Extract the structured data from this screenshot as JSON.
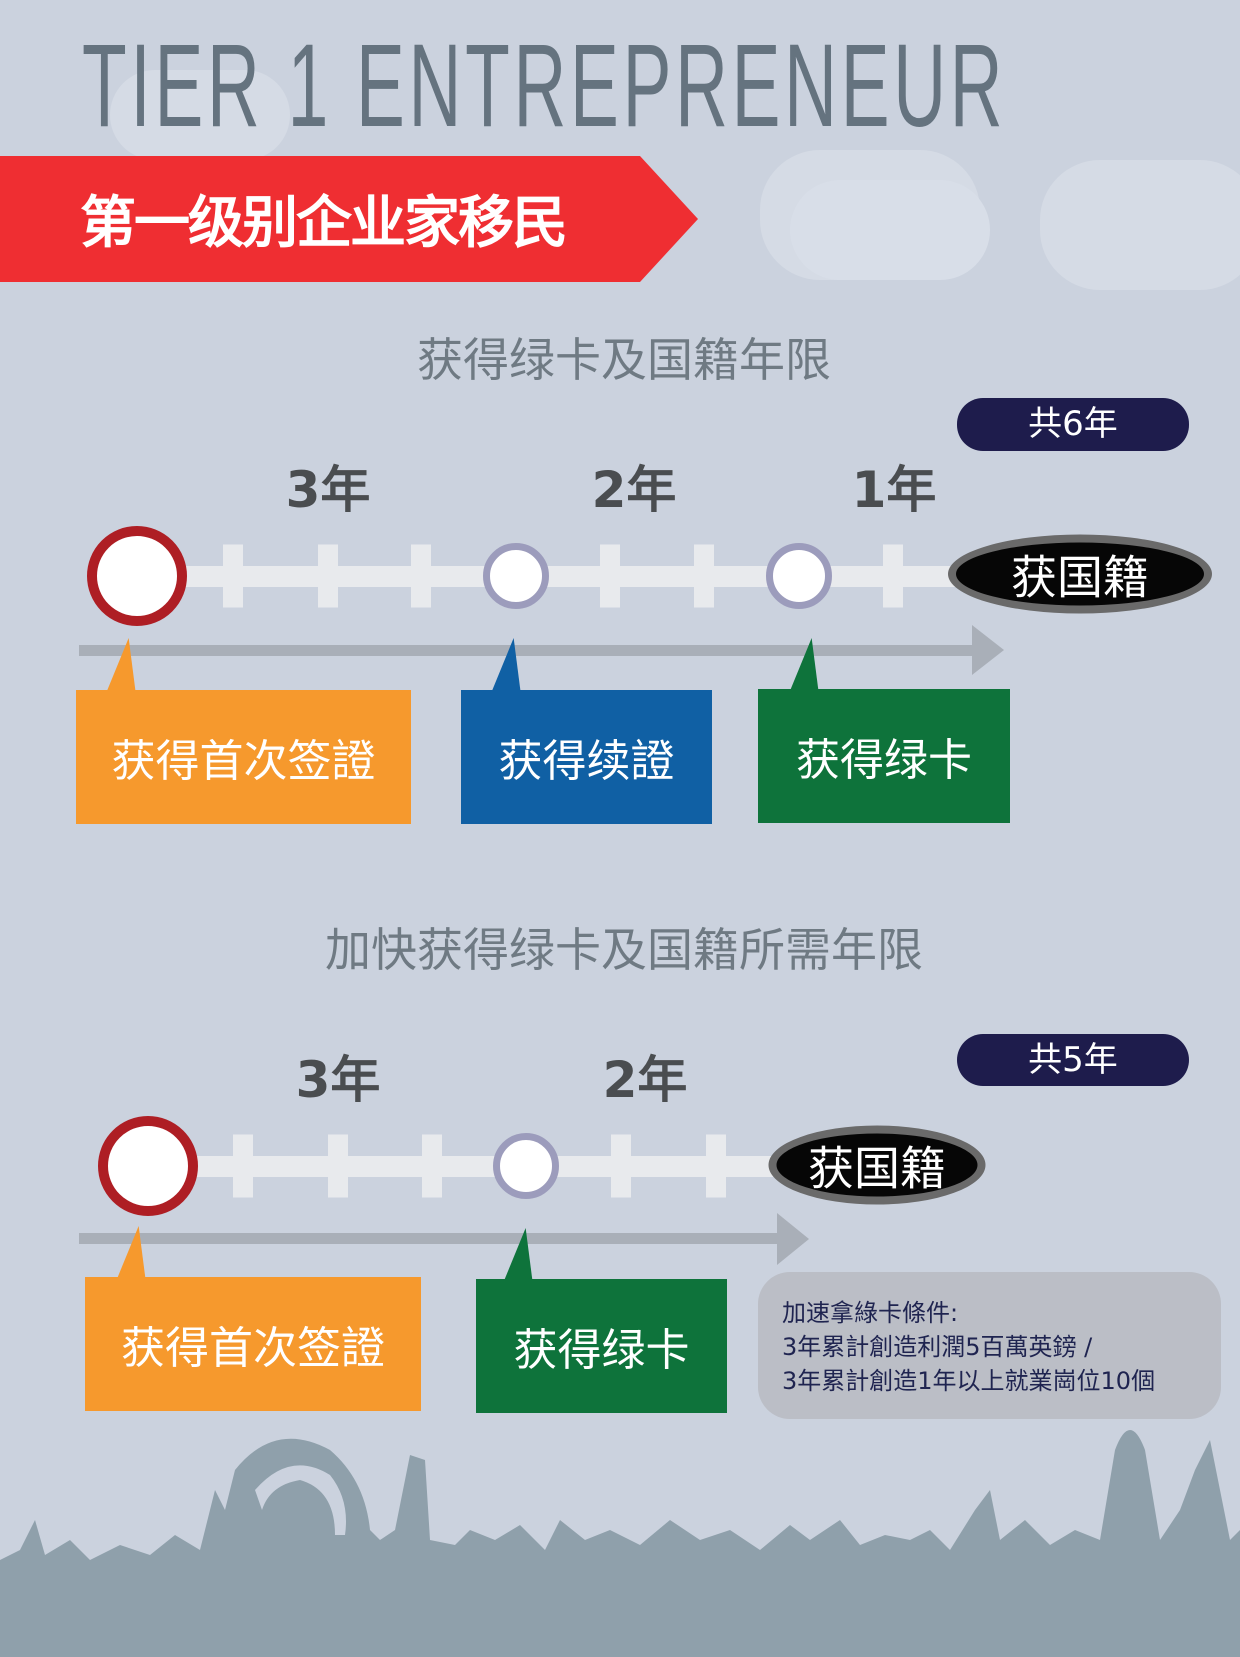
{
  "header": {
    "title": "TIER 1 ENTREPRENEUR",
    "banner": "第一级别企业家移民"
  },
  "colors": {
    "background": "#cbd2de",
    "banner": "#ef2e32",
    "orange": "#f6992d",
    "blue": "#1060a4",
    "green": "#0e733b",
    "navy": "#1e1c4c",
    "ring": "#ae1e24"
  },
  "timeline1": {
    "heading": "获得绿卡及国籍年限",
    "total": "共6年",
    "years": [
      "3年",
      "2年",
      "1年"
    ],
    "end": "获国籍",
    "stages": [
      "获得首次签證",
      "获得续證",
      "获得绿卡"
    ]
  },
  "timeline2": {
    "heading": "加快获得绿卡及国籍所需年限",
    "total": "共5年",
    "years": [
      "3年",
      "2年"
    ],
    "end": "获国籍",
    "stages": [
      "获得首次签證",
      "获得绿卡"
    ]
  },
  "info": {
    "lines": [
      "加速拿綠卡條件:",
      "3年累計創造利潤5百萬英鎊 /",
      "3年累計創造1年以上就業崗位10個"
    ]
  }
}
